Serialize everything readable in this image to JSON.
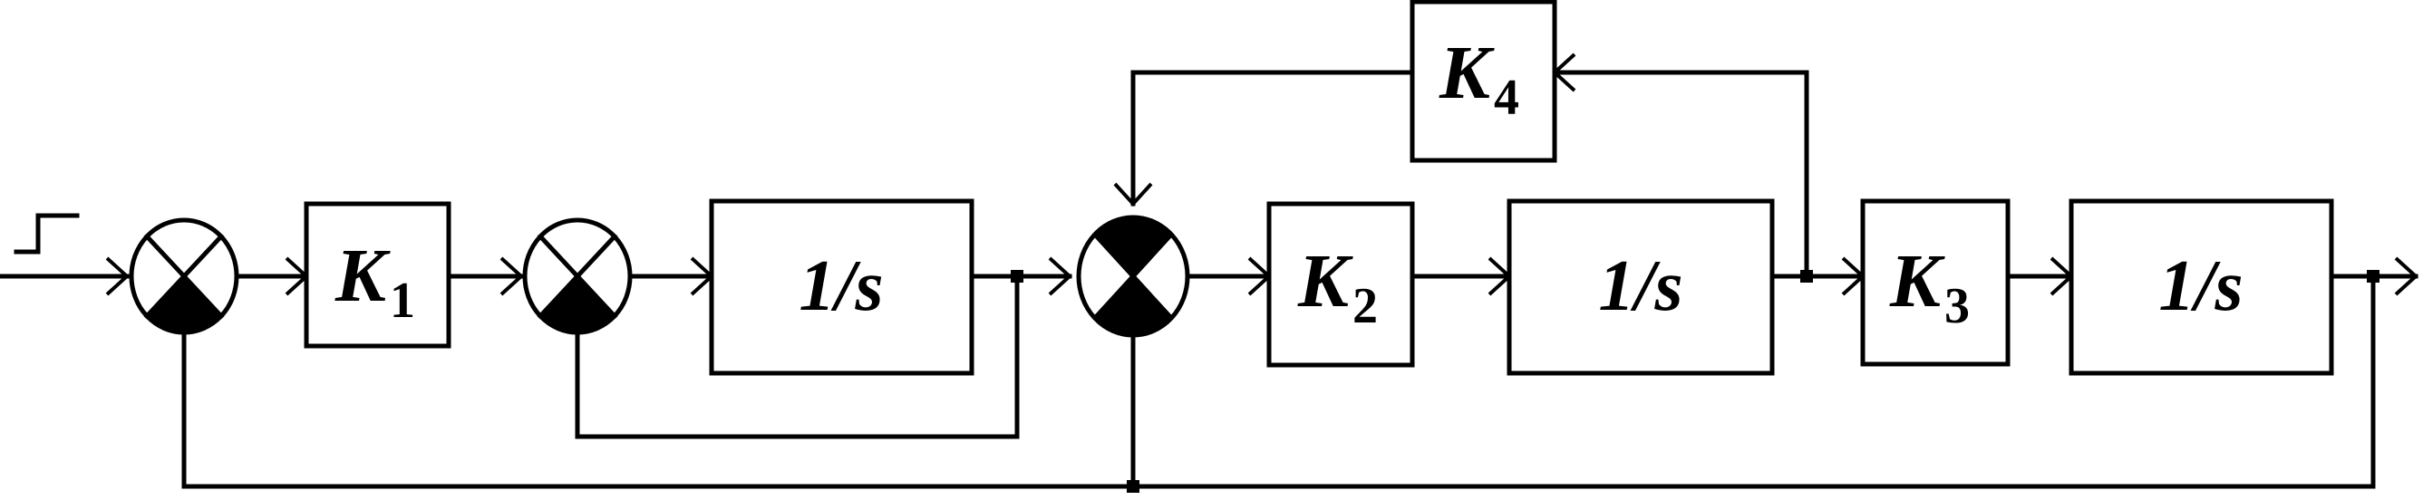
{
  "blocks": {
    "k1": {
      "name": "K",
      "sub": "1"
    },
    "int1": {
      "label": "1/s"
    },
    "k2": {
      "name": "K",
      "sub": "2"
    },
    "int2": {
      "label": "1/s"
    },
    "k3": {
      "name": "K",
      "sub": "3"
    },
    "int3": {
      "label": "1/s"
    },
    "k4": {
      "name": "K",
      "sub": "4"
    }
  },
  "summing_junctions": [
    {
      "id": "sum1",
      "shaded": [
        "bottom"
      ]
    },
    {
      "id": "sum2",
      "shaded": [
        "bottom"
      ]
    },
    {
      "id": "sum3",
      "shaded": [
        "top",
        "bottom"
      ]
    }
  ],
  "input": {
    "type": "step"
  }
}
